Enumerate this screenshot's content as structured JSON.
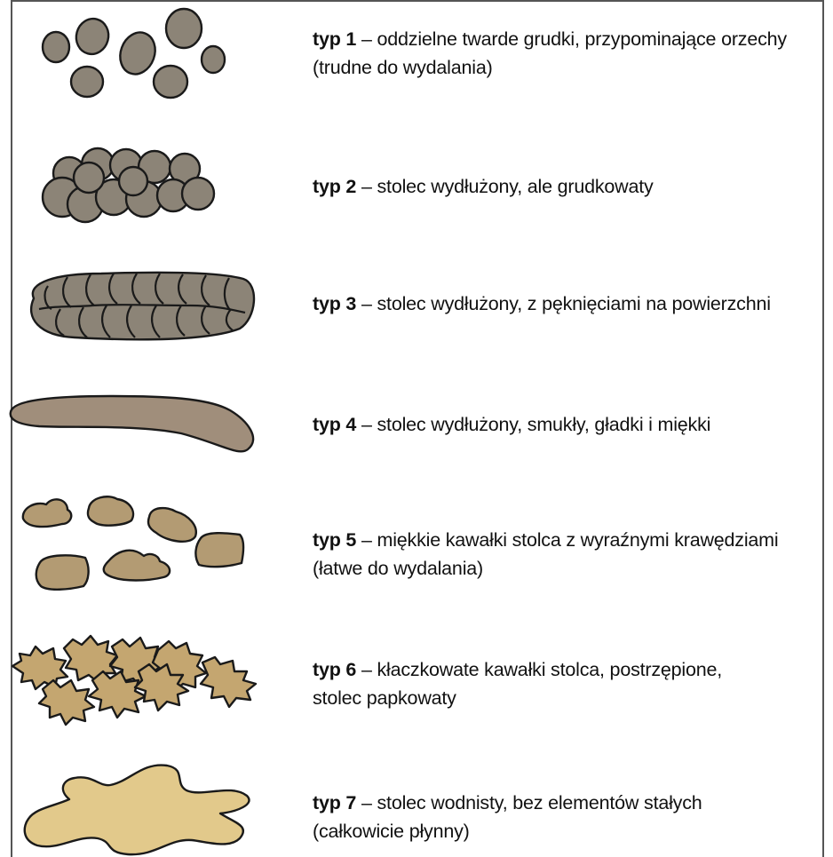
{
  "types": [
    {
      "label": "typ 1",
      "text": "– oddzielne twarde grudki, przypominające orzechy",
      "text2": "(trudne do wydalania)",
      "color": "#8c8477"
    },
    {
      "label": "typ 2",
      "text": "– stolec wydłużony, ale grudkowaty",
      "text2": "",
      "color": "#8c8477"
    },
    {
      "label": "typ 3",
      "text": "– stolec wydłużony, z pęknięciami na powierzchni",
      "text2": "",
      "color": "#8c8477"
    },
    {
      "label": "typ 4",
      "text": "– stolec wydłużony, smukły, gładki i miękki",
      "text2": "",
      "color": "#a08e7b"
    },
    {
      "label": "typ 5",
      "text": "– miękkie kawałki stolca z wyraźnymi krawędziami",
      "text2": "(łatwe do wydalania)",
      "color": "#b39b73"
    },
    {
      "label": "typ 6",
      "text": "– kłaczkowate kawałki stolca, postrzępione,",
      "text2": "stolec papkowaty",
      "color": "#c4a670"
    },
    {
      "label": "typ 7",
      "text": "– stolec wodnisty, bez elementów stałych",
      "text2": "(całkowicie płynny)",
      "color": "#e2c98b"
    }
  ]
}
